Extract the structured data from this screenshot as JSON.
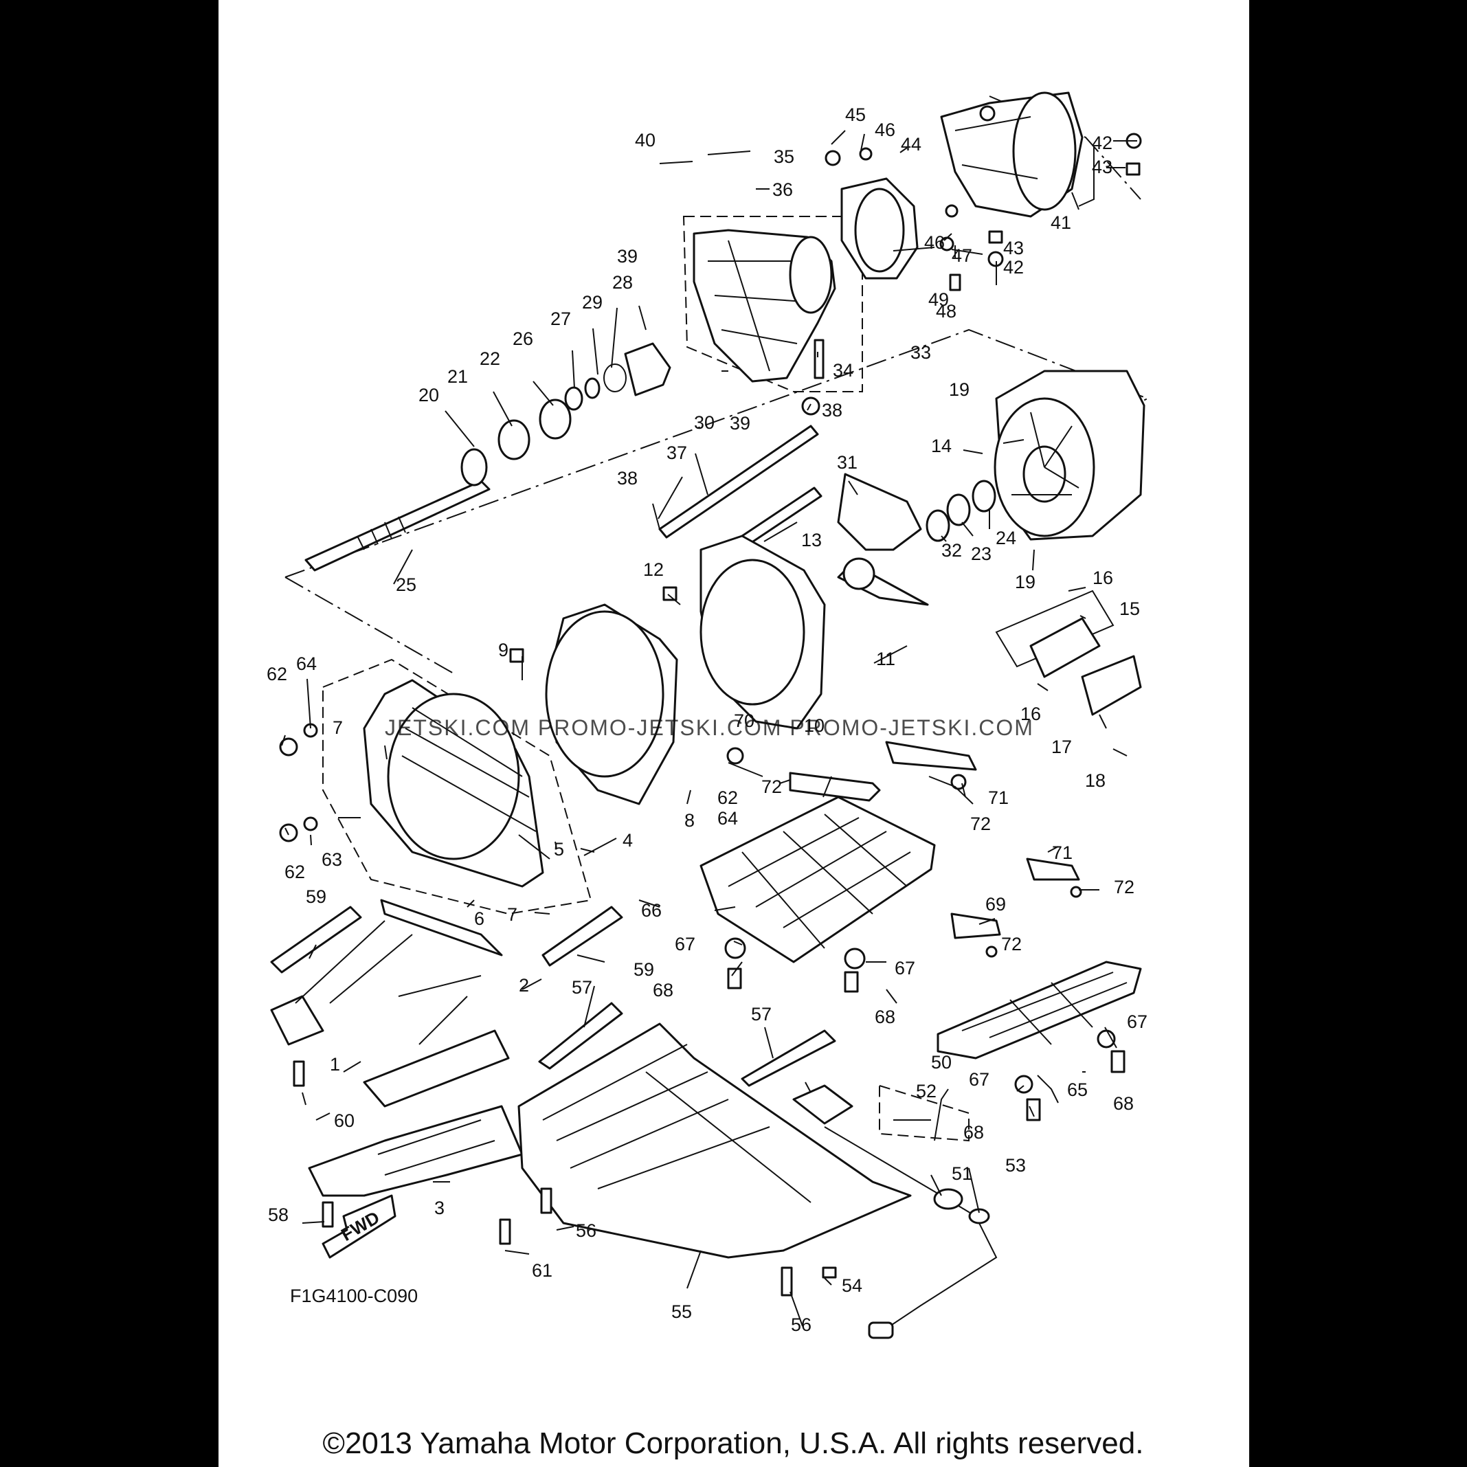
{
  "drawing_code": "F1G4100-C090",
  "copyright": "©2013 Yamaha Motor Corporation, U.S.A. All rights reserved.",
  "watermark": "JETSKI.COM   PROMO-JETSKI.COM   PROMO-JETSKI.COM",
  "fwd_label": "FWD",
  "callouts": {
    "c1": "1",
    "c2": "2",
    "c3": "3",
    "c4": "4",
    "c5": "5",
    "c6": "6",
    "c7a": "7",
    "c7b": "7",
    "c8": "8",
    "c9": "9",
    "c10": "10",
    "c11": "11",
    "c12": "12",
    "c13": "13",
    "c14": "14",
    "c15": "15",
    "c16a": "16",
    "c16b": "16",
    "c17": "17",
    "c18": "18",
    "c19a": "19",
    "c19b": "19",
    "c20": "20",
    "c21": "21",
    "c22": "22",
    "c23": "23",
    "c24": "24",
    "c25": "25",
    "c26": "26",
    "c27": "27",
    "c28": "28",
    "c29": "29",
    "c30": "30",
    "c31": "31",
    "c32": "32",
    "c33": "33",
    "c34": "34",
    "c35": "35",
    "c36": "36",
    "c37": "37",
    "c38a": "38",
    "c38b": "38",
    "c39a": "39",
    "c39b": "39",
    "c40": "40",
    "c41": "41",
    "c42a": "42",
    "c42b": "42",
    "c43a": "43",
    "c43b": "43",
    "c44": "44",
    "c45": "45",
    "c46a": "46",
    "c46b": "46",
    "c47": "47",
    "c48": "48",
    "c49": "49",
    "c50": "50",
    "c51": "51",
    "c52": "52",
    "c53": "53",
    "c54": "54",
    "c55": "55",
    "c56a": "56",
    "c56b": "56",
    "c57a": "57",
    "c57b": "57",
    "c58": "58",
    "c59a": "59",
    "c59b": "59",
    "c60": "60",
    "c61": "61",
    "c62a": "62",
    "c62b": "62",
    "c62c": "62",
    "c63": "63",
    "c64a": "64",
    "c64b": "64",
    "c65": "65",
    "c66": "66",
    "c67a": "67",
    "c67b": "67",
    "c67c": "67",
    "c67d": "67",
    "c68a": "68",
    "c68b": "68",
    "c68c": "68",
    "c68d": "68",
    "c69": "69",
    "c70": "70",
    "c71a": "71",
    "c71b": "71",
    "c72a": "72",
    "c72b": "72",
    "c72c": "72",
    "c72d": "72"
  }
}
